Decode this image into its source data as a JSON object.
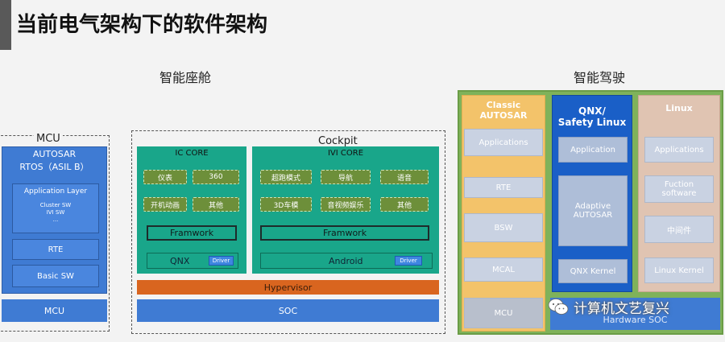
{
  "title": "当前电气架构下的软件架构",
  "sections": {
    "cockpit_label": "智能座舱",
    "adas_label": "智能驾驶"
  },
  "mcu": {
    "header": "MCU",
    "autosar": "AUTOSAR",
    "rtos": "RTOS（ASIL B）",
    "app_layer": "Application Layer",
    "app_items": [
      "Cluster SW",
      "IVI SW",
      "..."
    ],
    "rte": "RTE",
    "basic_sw": "Basic SW",
    "bottom": "MCU"
  },
  "cockpit": {
    "header": "Cockpit",
    "ic": {
      "title": "IC CORE",
      "apps": [
        "仪表",
        "360",
        "开机动画",
        "其他"
      ],
      "framework": "Framwork",
      "os": "QNX",
      "driver": "Driver"
    },
    "ivi": {
      "title": "IVI CORE",
      "apps": [
        "超跑模式",
        "导航",
        "语音",
        "3D车模",
        "音视频娱乐",
        "其他"
      ],
      "framework": "Framwork",
      "os": "Android",
      "driver": "Driver"
    },
    "hypervisor": "Hypervisor",
    "soc": "SOC"
  },
  "adas": {
    "classic": {
      "title": "Classic AUTOSAR",
      "items": [
        "Applications",
        "RTE",
        "BSW",
        "MCAL"
      ],
      "bottom": "MCU"
    },
    "qnx": {
      "title_line1": "QNX/",
      "title_line2": "Safety Linux",
      "items": [
        "Application",
        "Adaptive AUTOSAR",
        "QNX Kernel"
      ]
    },
    "linux": {
      "title": "Linux",
      "items": [
        "Applications",
        "Fuction software",
        "中间件",
        "Linux Kernel"
      ]
    },
    "hardware": "Hardware SOC"
  },
  "watermark": "计算机文艺复兴"
}
